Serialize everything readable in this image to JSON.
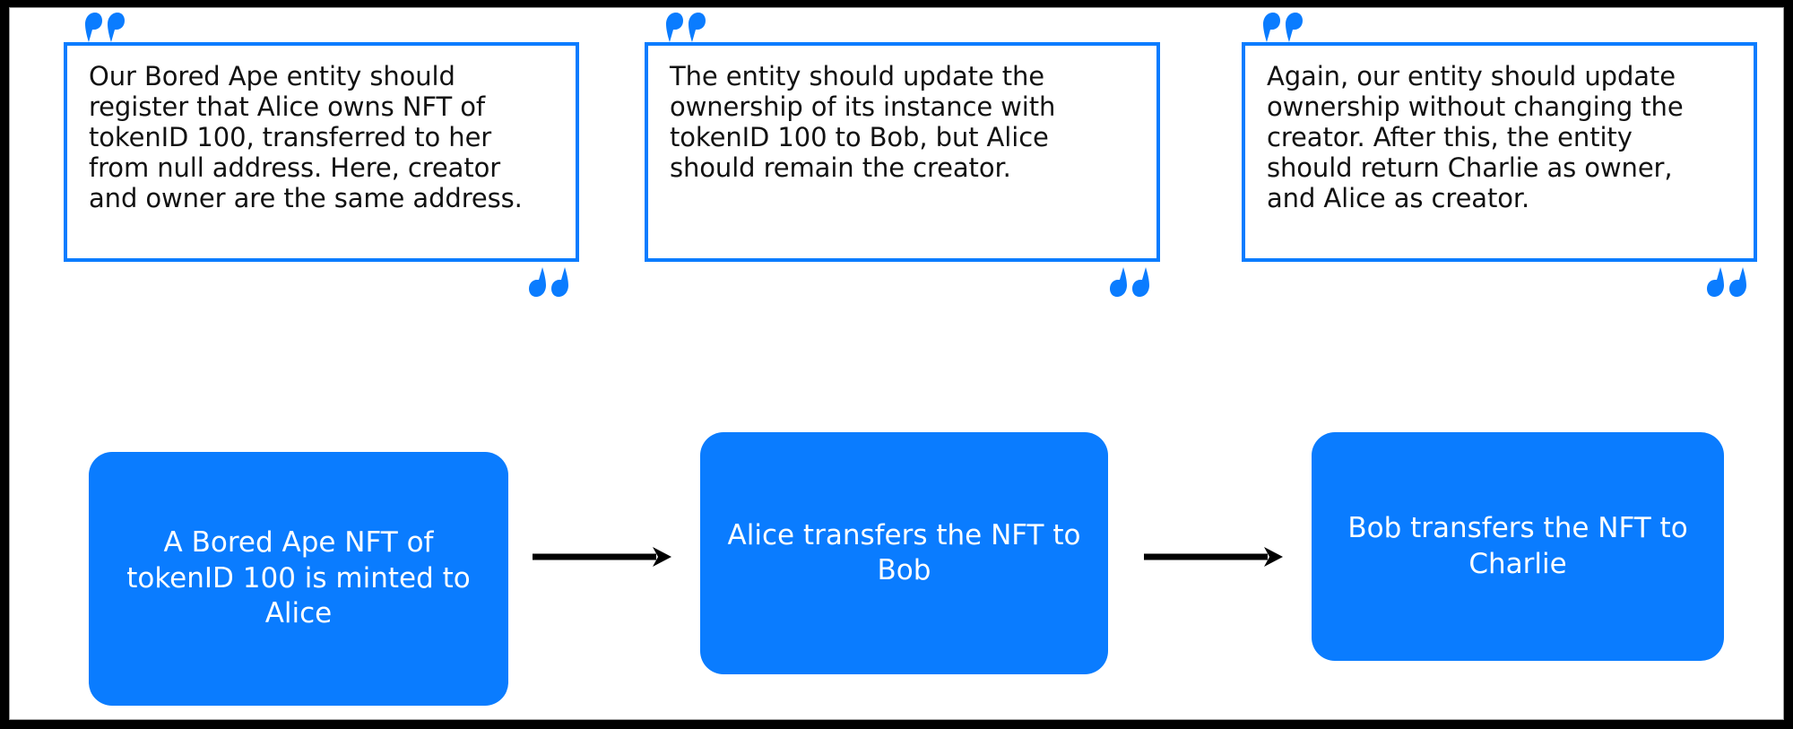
{
  "canvas": {
    "background": "#ffffff",
    "frame_color": "#000000",
    "accent_blue": "#0a7cff",
    "text_color": "#121212"
  },
  "quotes": [
    {
      "open_icon": "quote-open-icon",
      "close_icon": "quote-close-icon",
      "text": "Our Bored Ape entity should\nregister that Alice owns NFT of\ntokenID 100, transferred to her\nfrom null address. Here, creator\nand owner are the same address."
    },
    {
      "open_icon": "quote-open-icon",
      "close_icon": "quote-close-icon",
      "text": "The entity should update the\nownership of its instance with\ntokenID 100 to Bob, but Alice\nshould remain the creator."
    },
    {
      "open_icon": "quote-open-icon",
      "close_icon": "quote-close-icon",
      "text": "Again, our entity should update\nownership without changing the\ncreator. After this, the entity\nshould return Charlie as owner,\nand Alice as creator."
    }
  ],
  "flow": {
    "nodes": [
      {
        "label": "A Bored Ape NFT of\ntokenID 100 is minted to\nAlice"
      },
      {
        "label": "Alice transfers the NFT to\nBob"
      },
      {
        "label": "Bob transfers the NFT to\nCharlie"
      }
    ],
    "arrows": [
      {
        "icon": "arrow-right-icon"
      },
      {
        "icon": "arrow-right-icon"
      }
    ]
  }
}
